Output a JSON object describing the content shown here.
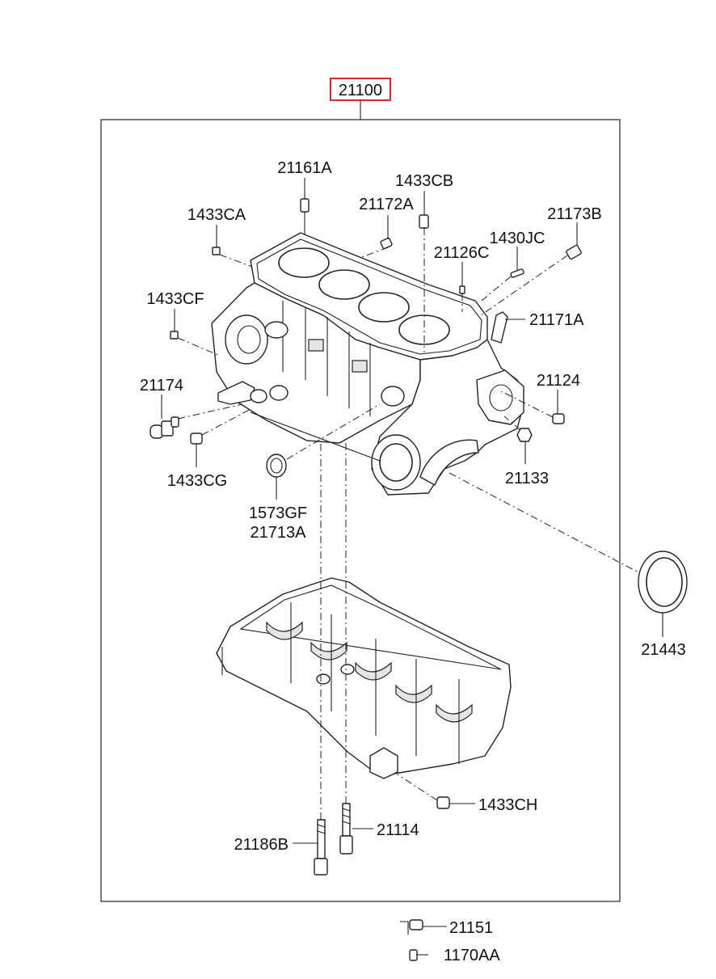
{
  "main_part": {
    "number": "21100",
    "highlight_color": "#d9262c"
  },
  "callouts": {
    "c21161A": "21161A",
    "c1433CB": "1433CB",
    "c21172A": "21172A",
    "c1433CA": "1433CA",
    "c21173B": "21173B",
    "c1430JC": "1430JC",
    "c21126C": "21126C",
    "c1433CF": "1433CF",
    "c21171A": "21171A",
    "c21174": "21174",
    "c21124": "21124",
    "c1433CG": "1433CG",
    "c21133": "21133",
    "c1573GF": "1573GF",
    "c21713A": "21713A",
    "c21443": "21443",
    "c1433CH": "1433CH",
    "c21114": "21114",
    "c21186B": "21186B",
    "c21151": "21151",
    "c1170AA": "1170AA"
  }
}
